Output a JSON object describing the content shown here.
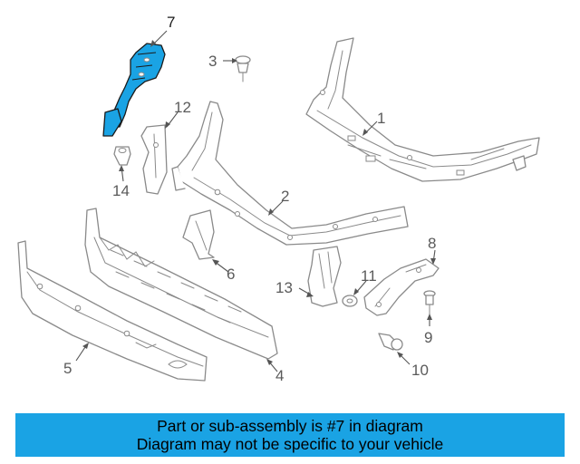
{
  "callouts": {
    "c1": "1",
    "c2": "2",
    "c3": "3",
    "c4": "4",
    "c5": "5",
    "c6": "6",
    "c7": "7",
    "c8": "8",
    "c9": "9",
    "c10": "10",
    "c11": "11",
    "c12": "12",
    "c13": "13",
    "c14": "14"
  },
  "highlight": {
    "part_number": "7",
    "color": "#1aa3e4"
  },
  "banner": {
    "line1": "Part or sub-assembly is #7 in diagram",
    "line2": "Diagram may not be specific to your vehicle",
    "background": "#1aa3e4"
  }
}
